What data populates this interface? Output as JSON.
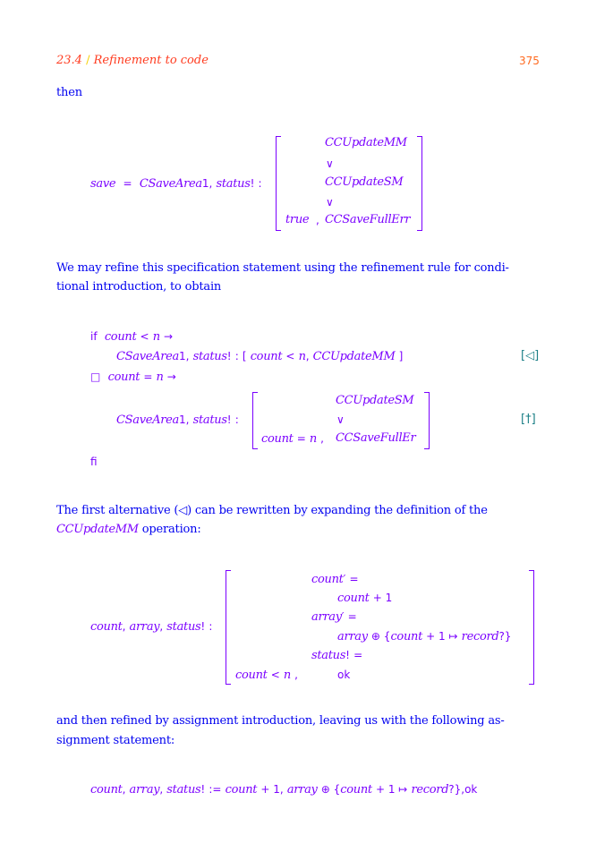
{
  "header": {
    "section": "23.4",
    "slash": "/",
    "title": "Refinement to code",
    "page": "375"
  },
  "p_then": "then",
  "block1": {
    "lhs": [
      "save",
      "=",
      "CSaveArea",
      "1",
      ",",
      "status",
      "!",
      ":"
    ],
    "rows": [
      "CCUpdateMM",
      "∨",
      "CCUpdateSM",
      "∨"
    ],
    "pre": "true",
    "comma": ",",
    "last": "CCSaveFullErr"
  },
  "p2": [
    "We may refine this specification statement using the refinement rule for condi-",
    "tional introduction, to obtain"
  ],
  "block2": {
    "if_kw": "if",
    "guard1": "count",
    "lt": "<",
    "n": "n",
    "arrow": "→",
    "stmt1": [
      "CSaveArea",
      "1",
      ",",
      "status",
      "!",
      ":",
      "[",
      "count",
      "<",
      "n",
      ",",
      "CCUpdateMM",
      "]"
    ],
    "tag1": "[◁]",
    "box": "□",
    "guard2": "count",
    "eq": "=",
    "stmt2": [
      "CSaveArea",
      "1",
      ",",
      "status",
      "!",
      ":"
    ],
    "rows": [
      "CCUpdateSM",
      "∨"
    ],
    "pre": [
      "count",
      "=",
      "n"
    ],
    "comma": ",",
    "last": "CCSaveFullEr",
    "tag2": "[†]",
    "fi_kw": "fi"
  },
  "p3": [
    "The first alternative (◁) can be rewritten by expanding the definition of the",
    "operation:"
  ],
  "p3_term": "CCUpdateMM",
  "block3": {
    "lhs": [
      "count",
      ",",
      "array",
      ",",
      "status",
      "!",
      ":"
    ],
    "r1": [
      "count",
      "′",
      "="
    ],
    "r2": [
      "count",
      "+ 1"
    ],
    "r3": [
      "array",
      "′",
      "="
    ],
    "r4": [
      "array",
      "⊕ {",
      "count",
      "+ 1 ↦",
      "record",
      "?}"
    ],
    "r5": [
      "status",
      "!",
      "="
    ],
    "pre": [
      "count",
      "<",
      "n",
      ","
    ],
    "ok": "ok"
  },
  "p4": [
    "and then refined by assignment introduction, leaving us with the following as-",
    "signment statement:"
  ],
  "final": [
    "count",
    ",",
    "array",
    ",",
    "status",
    "!",
    ":=",
    "count",
    "+ 1,",
    "array",
    "⊕ {",
    "count",
    "+ 1 ↦",
    "record",
    "?}",
    ",",
    "ok"
  ]
}
